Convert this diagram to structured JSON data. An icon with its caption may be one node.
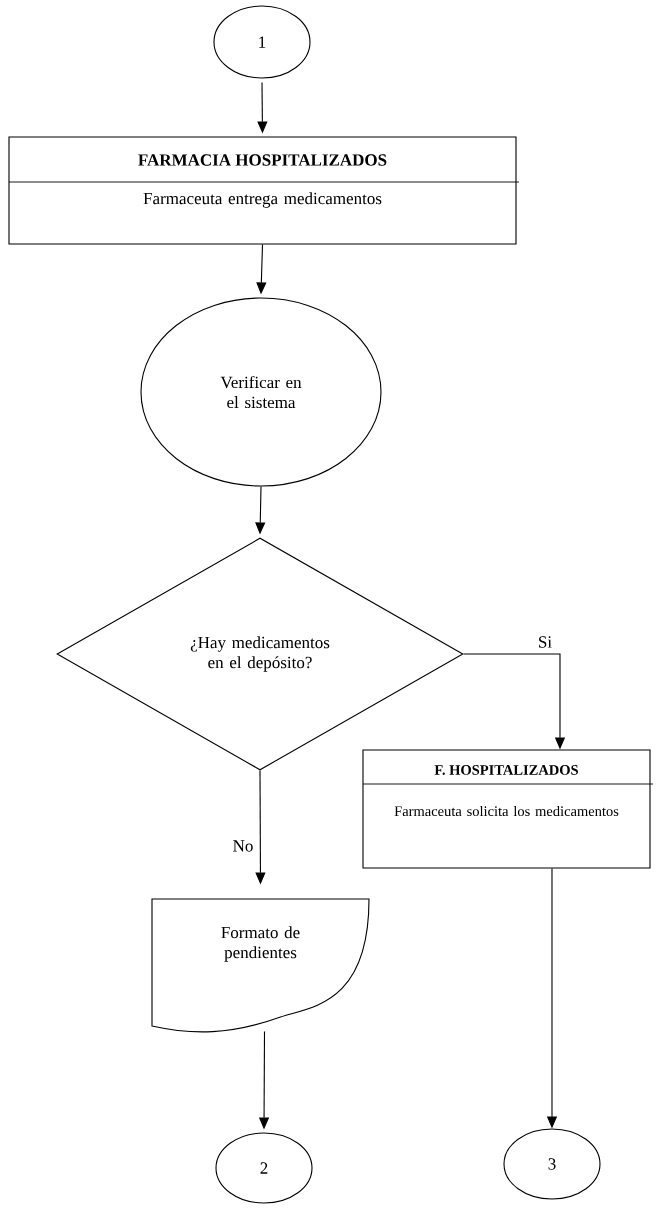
{
  "diagram": {
    "nodes": [
      {
        "text": [
          "1"
        ]
      },
      {
        "text": [
          "FARMACIA HOSPITALIZADOS",
          "Farmaceuta entrega medicamentos"
        ]
      },
      {
        "text": [
          "Verificar en el sistema"
        ]
      },
      {
        "text": [
          "¿Hay medicamentos en el depósito?"
        ]
      },
      {
        "text": [
          "F. HOSPITALIZADOS",
          "Farmaceuta solicita los medicamentos"
        ]
      },
      {
        "text": [
          "Formato de pendientes"
        ]
      },
      {
        "text": [
          "2"
        ]
      },
      {
        "text": [
          "3"
        ]
      }
    ],
    "edges": [
      {
        "from": 0,
        "to": 1,
        "arrow": "to"
      },
      {
        "from": 1,
        "to": 2,
        "arrow": "to"
      },
      {
        "from": 2,
        "to": 3,
        "arrow": "to"
      },
      {
        "from": 3,
        "to": 4,
        "arrow": "to",
        "label": "Si"
      },
      {
        "from": 3,
        "to": 5,
        "arrow": "to",
        "label": "No"
      },
      {
        "from": 5,
        "to": 6,
        "arrow": "to"
      },
      {
        "from": 4,
        "to": 7,
        "arrow": "to"
      }
    ]
  }
}
